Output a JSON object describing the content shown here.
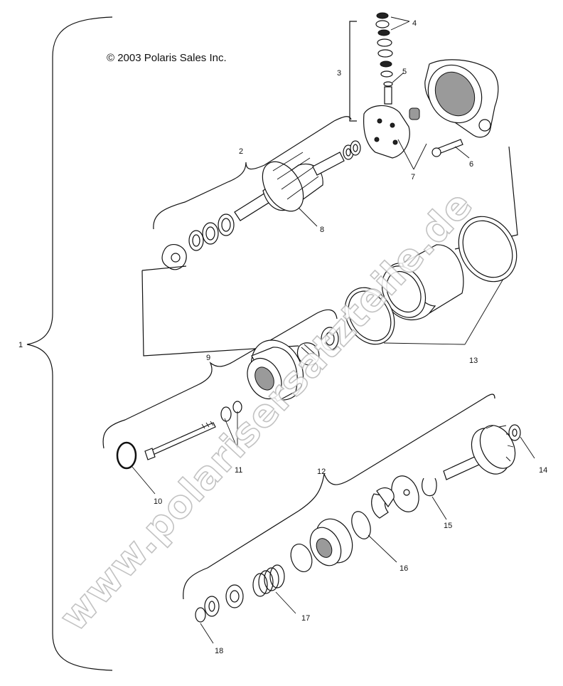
{
  "copyright": "© 2003 Polaris Sales Inc.",
  "watermark": "www.polarisersatzteile.de",
  "callouts": {
    "c1": "1",
    "c2": "2",
    "c3": "3",
    "c4": "4",
    "c5": "5",
    "c6": "6",
    "c7": "7",
    "c8": "8",
    "c9": "9",
    "c10": "10",
    "c11": "11",
    "c12": "12",
    "c13": "13",
    "c14": "14",
    "c15": "15",
    "c16": "16",
    "c17": "17",
    "c18": "18"
  }
}
